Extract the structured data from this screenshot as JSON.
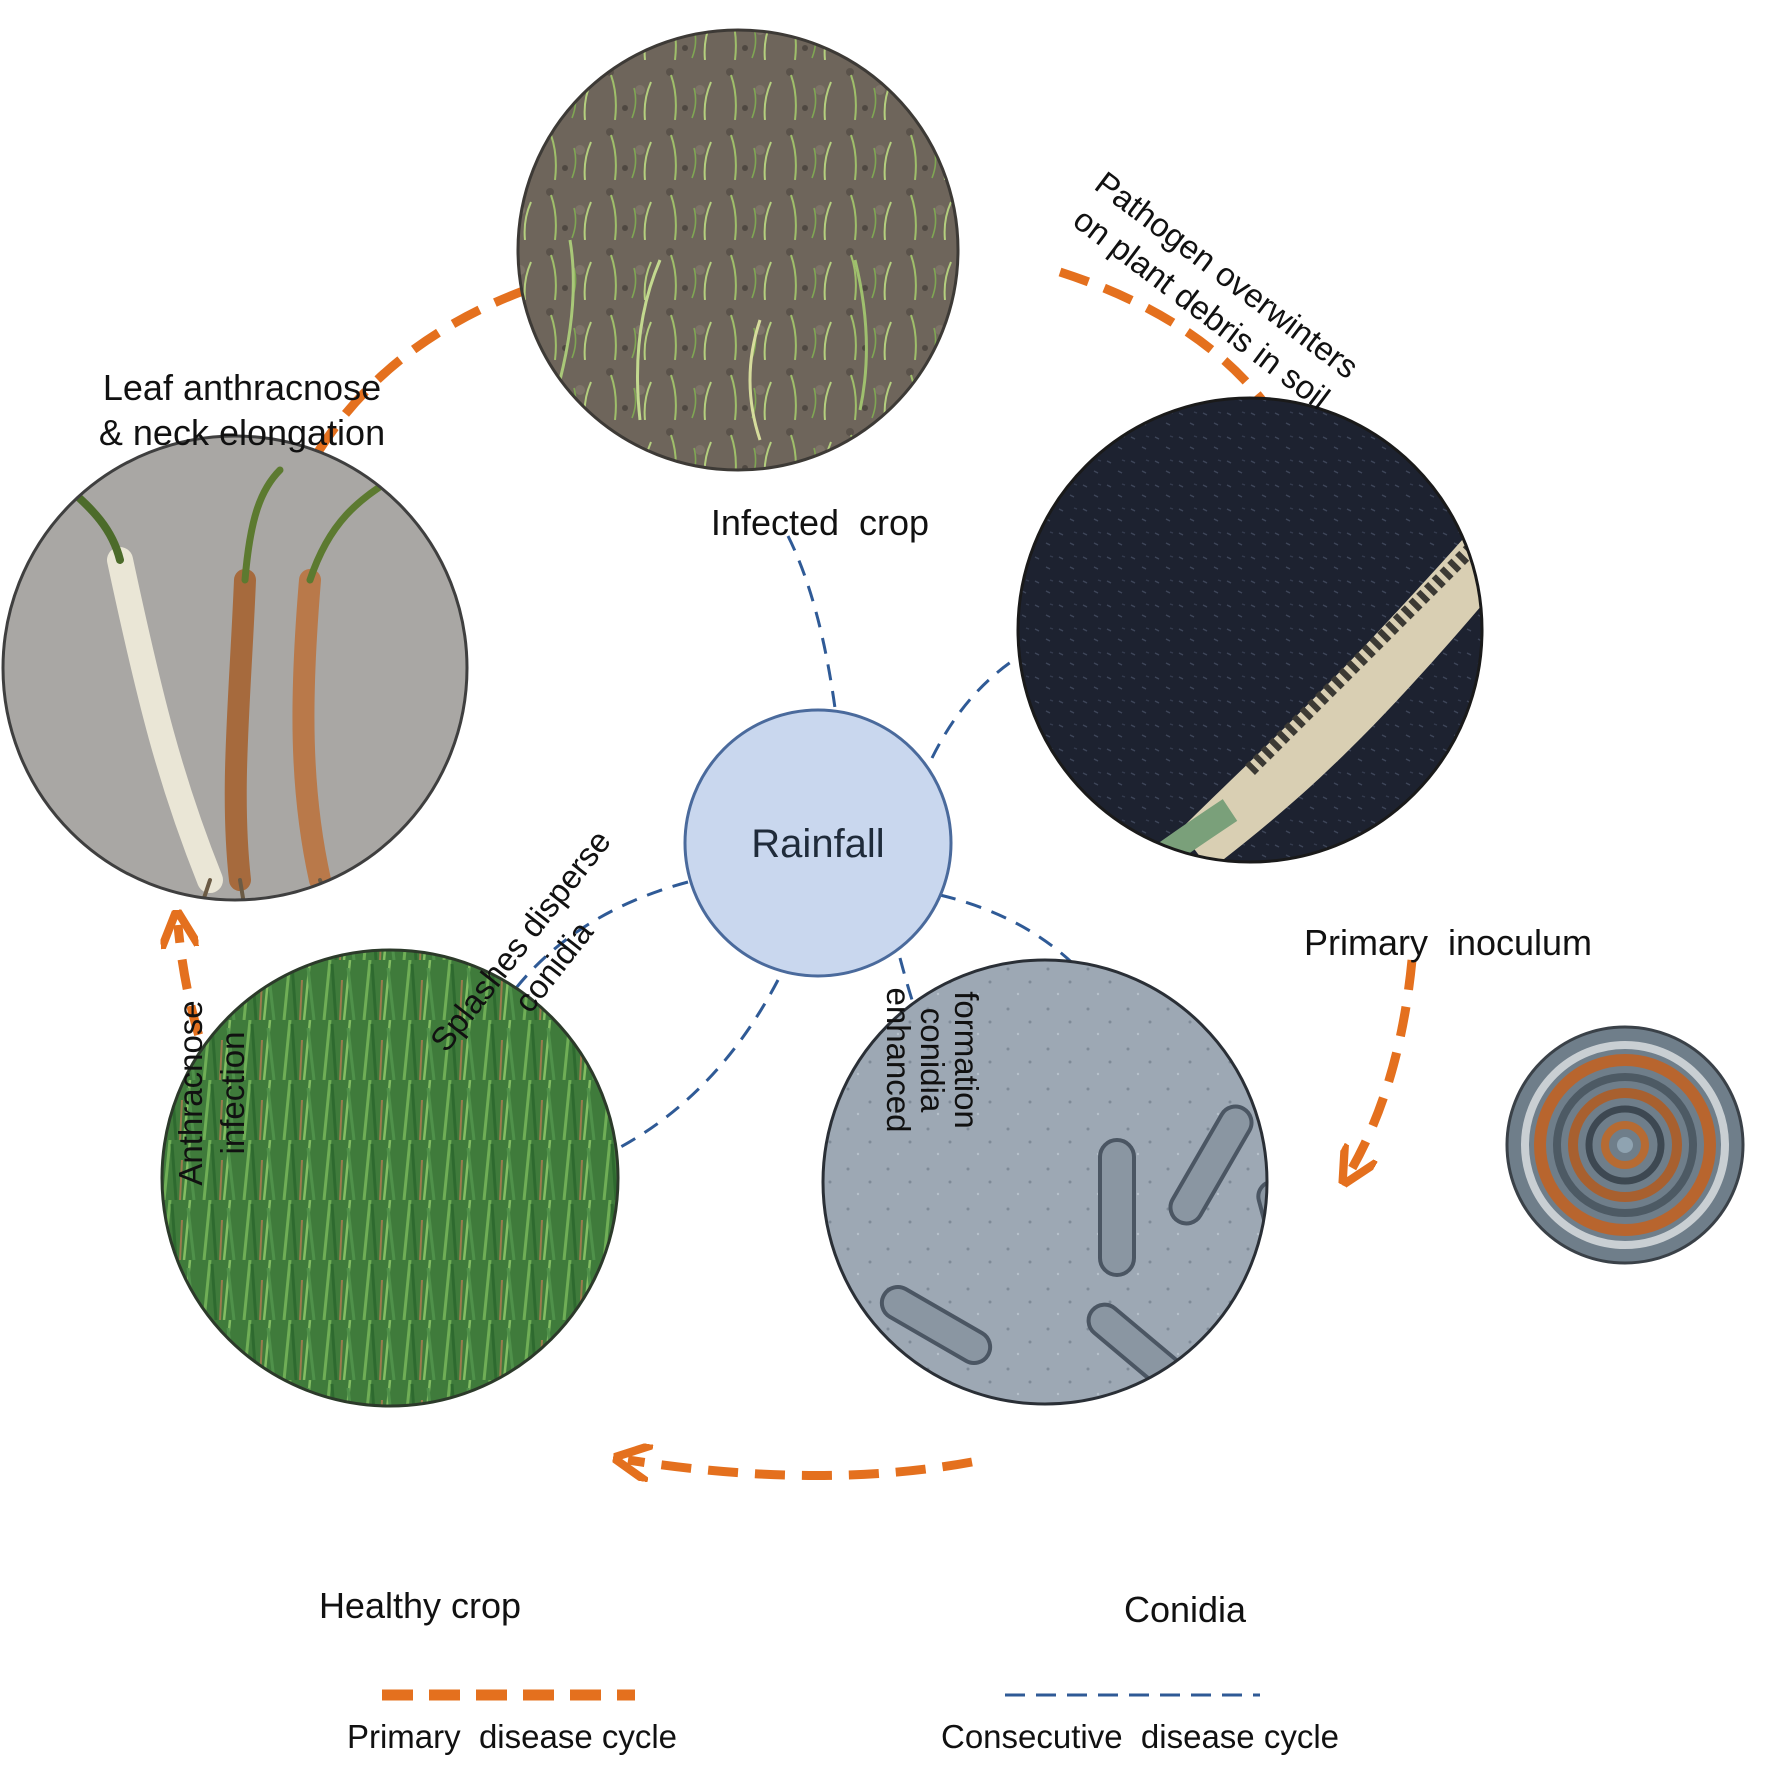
{
  "colors": {
    "primary_cycle": "#e4701e",
    "consecutive_cycle": "#2f5a96",
    "rainfall_fill": "#c9d7ee",
    "rainfall_stroke": "#4a6a9c"
  },
  "stages": {
    "infected_crop": "Infected  crop",
    "primary_inoculum": "Primary  inoculum",
    "conidia": "Conidia",
    "healthy_crop": "Healthy crop",
    "leaf_anthracnose_line1": "Leaf anthracnose",
    "leaf_anthracnose_line2": "& neck elongation"
  },
  "center": {
    "label": "Rainfall"
  },
  "transitions": {
    "overwinter_line1": "Pathogen overwinters",
    "overwinter_line2": "on plant debris in soil",
    "infection_line1": "Anthracnose",
    "infection_line2": "infection",
    "splash_line1": "Splashes disperse",
    "splash_line2": "conidia",
    "enhanced_line1": "enhanced",
    "enhanced_line2": "conidia",
    "enhanced_line3": "formation"
  },
  "legend": {
    "primary": "Primary  disease cycle",
    "consecutive": "Consecutive  disease cycle"
  }
}
